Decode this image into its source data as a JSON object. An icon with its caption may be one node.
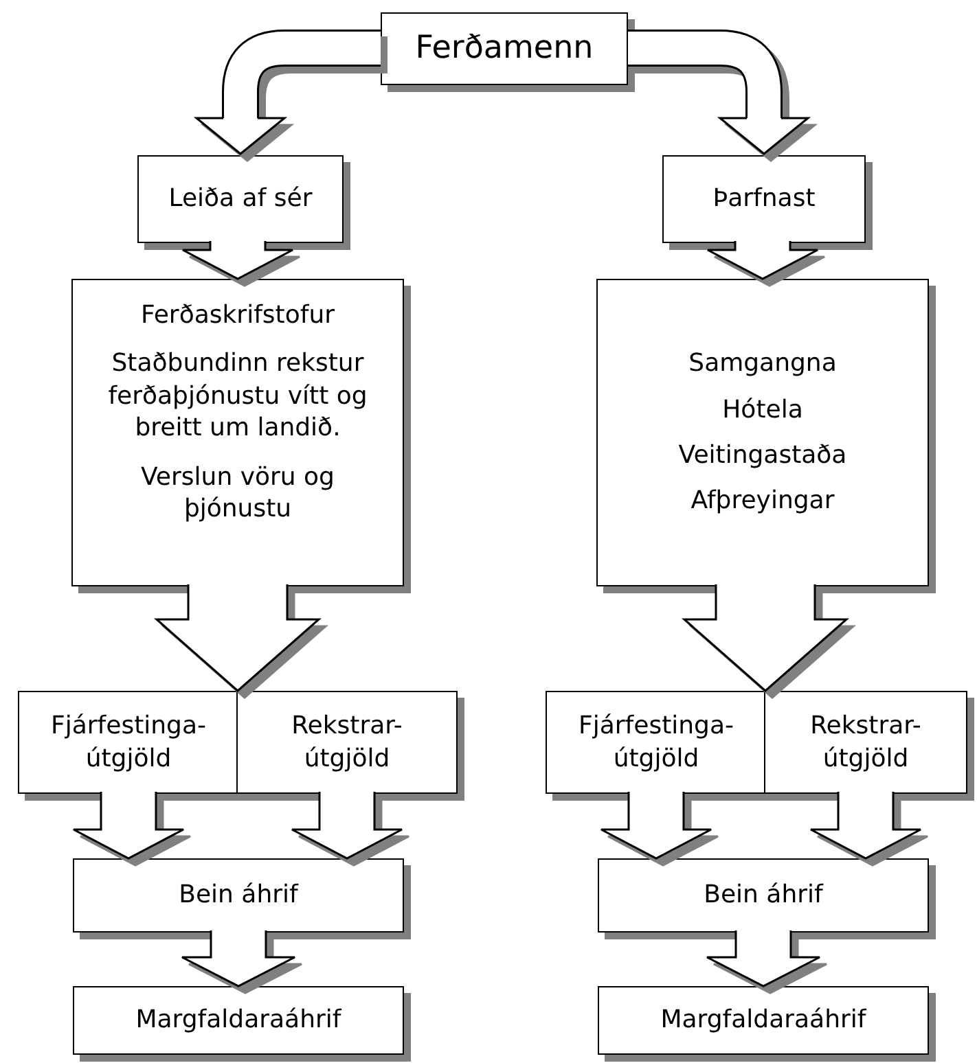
{
  "diagram": {
    "nodes": [
      {
        "text": [
          "Ferðamenn"
        ]
      },
      {
        "text": [
          "Leiða af sér"
        ]
      },
      {
        "text": [
          "Þarfnast"
        ]
      },
      {
        "text": [
          "Ferðaskrifstofur",
          "Staðbundinn rekstur ferðaþjónustu vítt og breitt um landið.",
          "Verslun vöru og þjónustu"
        ]
      },
      {
        "text": [
          "Samgangna",
          "Hótela",
          "Veitingastaða",
          "Afþreyingar"
        ]
      },
      {
        "text": [
          "Fjárfestinga-útgjöld"
        ]
      },
      {
        "text": [
          "Rekstrar-útgjöld"
        ]
      },
      {
        "text": [
          "Bein áhrif"
        ]
      },
      {
        "text": [
          "Margfaldaraáhrif"
        ]
      },
      {
        "text": [
          "Fjárfestinga-útgjöld"
        ]
      },
      {
        "text": [
          "Rekstrar-útgjöld"
        ]
      },
      {
        "text": [
          "Bein áhrif"
        ]
      },
      {
        "text": [
          "Margfaldaraáhrif"
        ]
      }
    ],
    "edges": [
      {
        "from": 0,
        "to": 1,
        "arrow": "to"
      },
      {
        "from": 0,
        "to": 2,
        "arrow": "to"
      },
      {
        "from": 1,
        "to": 3,
        "arrow": "to"
      },
      {
        "from": 2,
        "to": 4,
        "arrow": "to"
      },
      {
        "from": 3,
        "to": 5,
        "arrow": "to"
      },
      {
        "from": 3,
        "to": 6,
        "arrow": "to"
      },
      {
        "from": 5,
        "to": 7,
        "arrow": "to"
      },
      {
        "from": 6,
        "to": 7,
        "arrow": "to"
      },
      {
        "from": 7,
        "to": 8,
        "arrow": "to"
      },
      {
        "from": 4,
        "to": 9,
        "arrow": "to"
      },
      {
        "from": 4,
        "to": 10,
        "arrow": "to"
      },
      {
        "from": 9,
        "to": 11,
        "arrow": "to"
      },
      {
        "from": 10,
        "to": 11,
        "arrow": "to"
      },
      {
        "from": 11,
        "to": 12,
        "arrow": "to"
      }
    ]
  }
}
